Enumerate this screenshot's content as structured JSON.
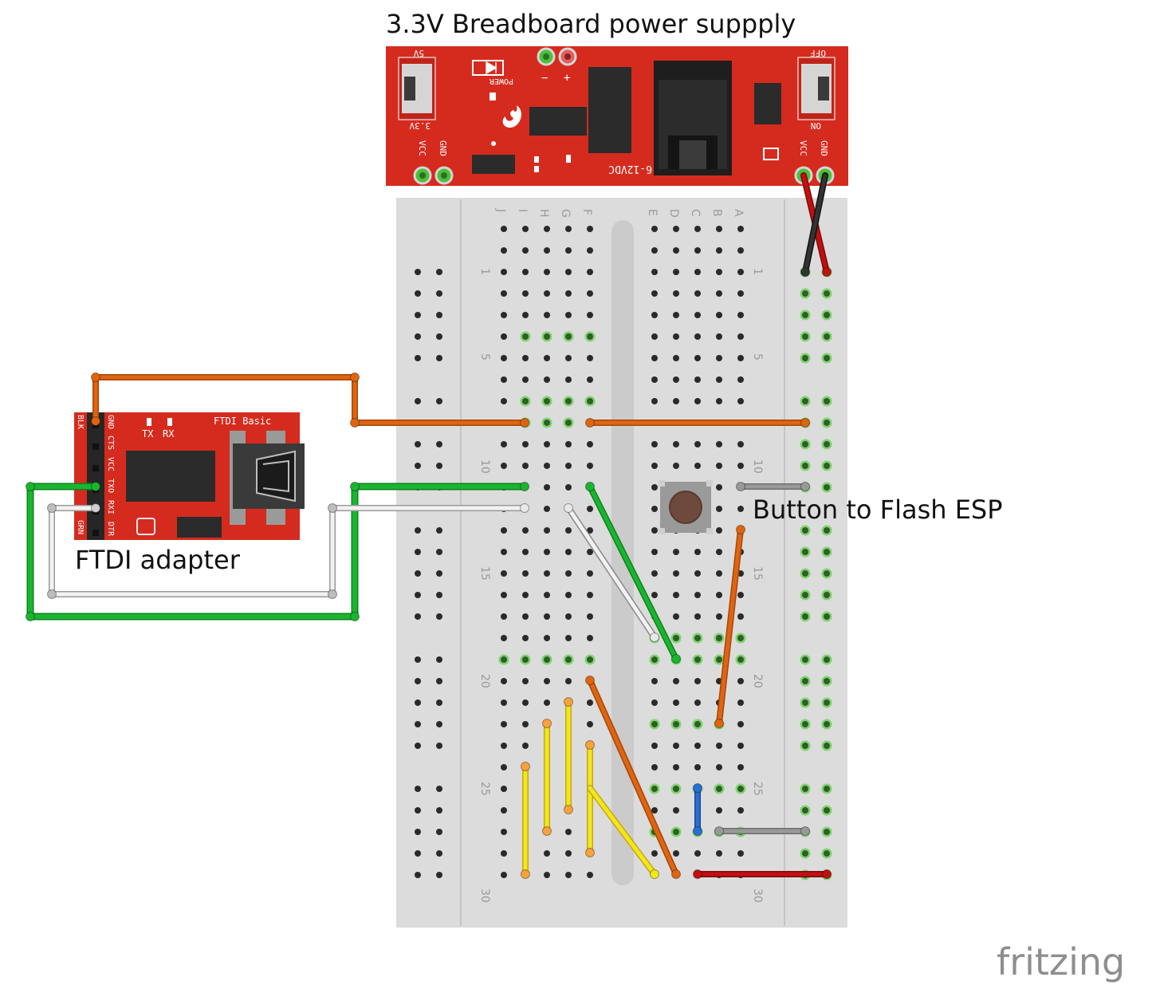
{
  "labels": {
    "power_title": "3.3V Breadboard power suppply",
    "ftdi_caption": "FTDI adapter",
    "button_caption": "Button to Flash ESP",
    "logo": "fritzing"
  },
  "power_board": {
    "left_switch_top": "5V",
    "left_switch_bottom": "3.3V",
    "right_switch_top": "OFF",
    "right_switch_bottom": "ON",
    "power_label": "POWER",
    "minus": "−",
    "plus": "+",
    "jack_label": "6-12VDC",
    "vcc": "VCC",
    "gnd": "GND"
  },
  "ftdi_board": {
    "title": "FTDI Basic",
    "tx": "TX",
    "rx": "RX",
    "pins": [
      "BLK",
      "GND",
      "CTS",
      "VCC",
      "TXO",
      "RXI",
      "DTR",
      "GRN"
    ]
  },
  "breadboard": {
    "left_columns": [
      "J",
      "I",
      "H",
      "G",
      "F"
    ],
    "right_columns": [
      "E",
      "D",
      "C",
      "B",
      "A"
    ],
    "row_numbers": [
      "1",
      "5",
      "10",
      "15",
      "20",
      "25",
      "30"
    ]
  },
  "colors": {
    "pcb_red": "#d52b1e",
    "wire_orange": "#e06410",
    "wire_green": "#1ab52f",
    "wire_white": "#f2f2f2",
    "wire_gray": "#999999",
    "wire_yellow": "#f1e81a",
    "wire_blue": "#2a6fd6",
    "wire_red": "#c21010",
    "wire_black": "#222222"
  }
}
